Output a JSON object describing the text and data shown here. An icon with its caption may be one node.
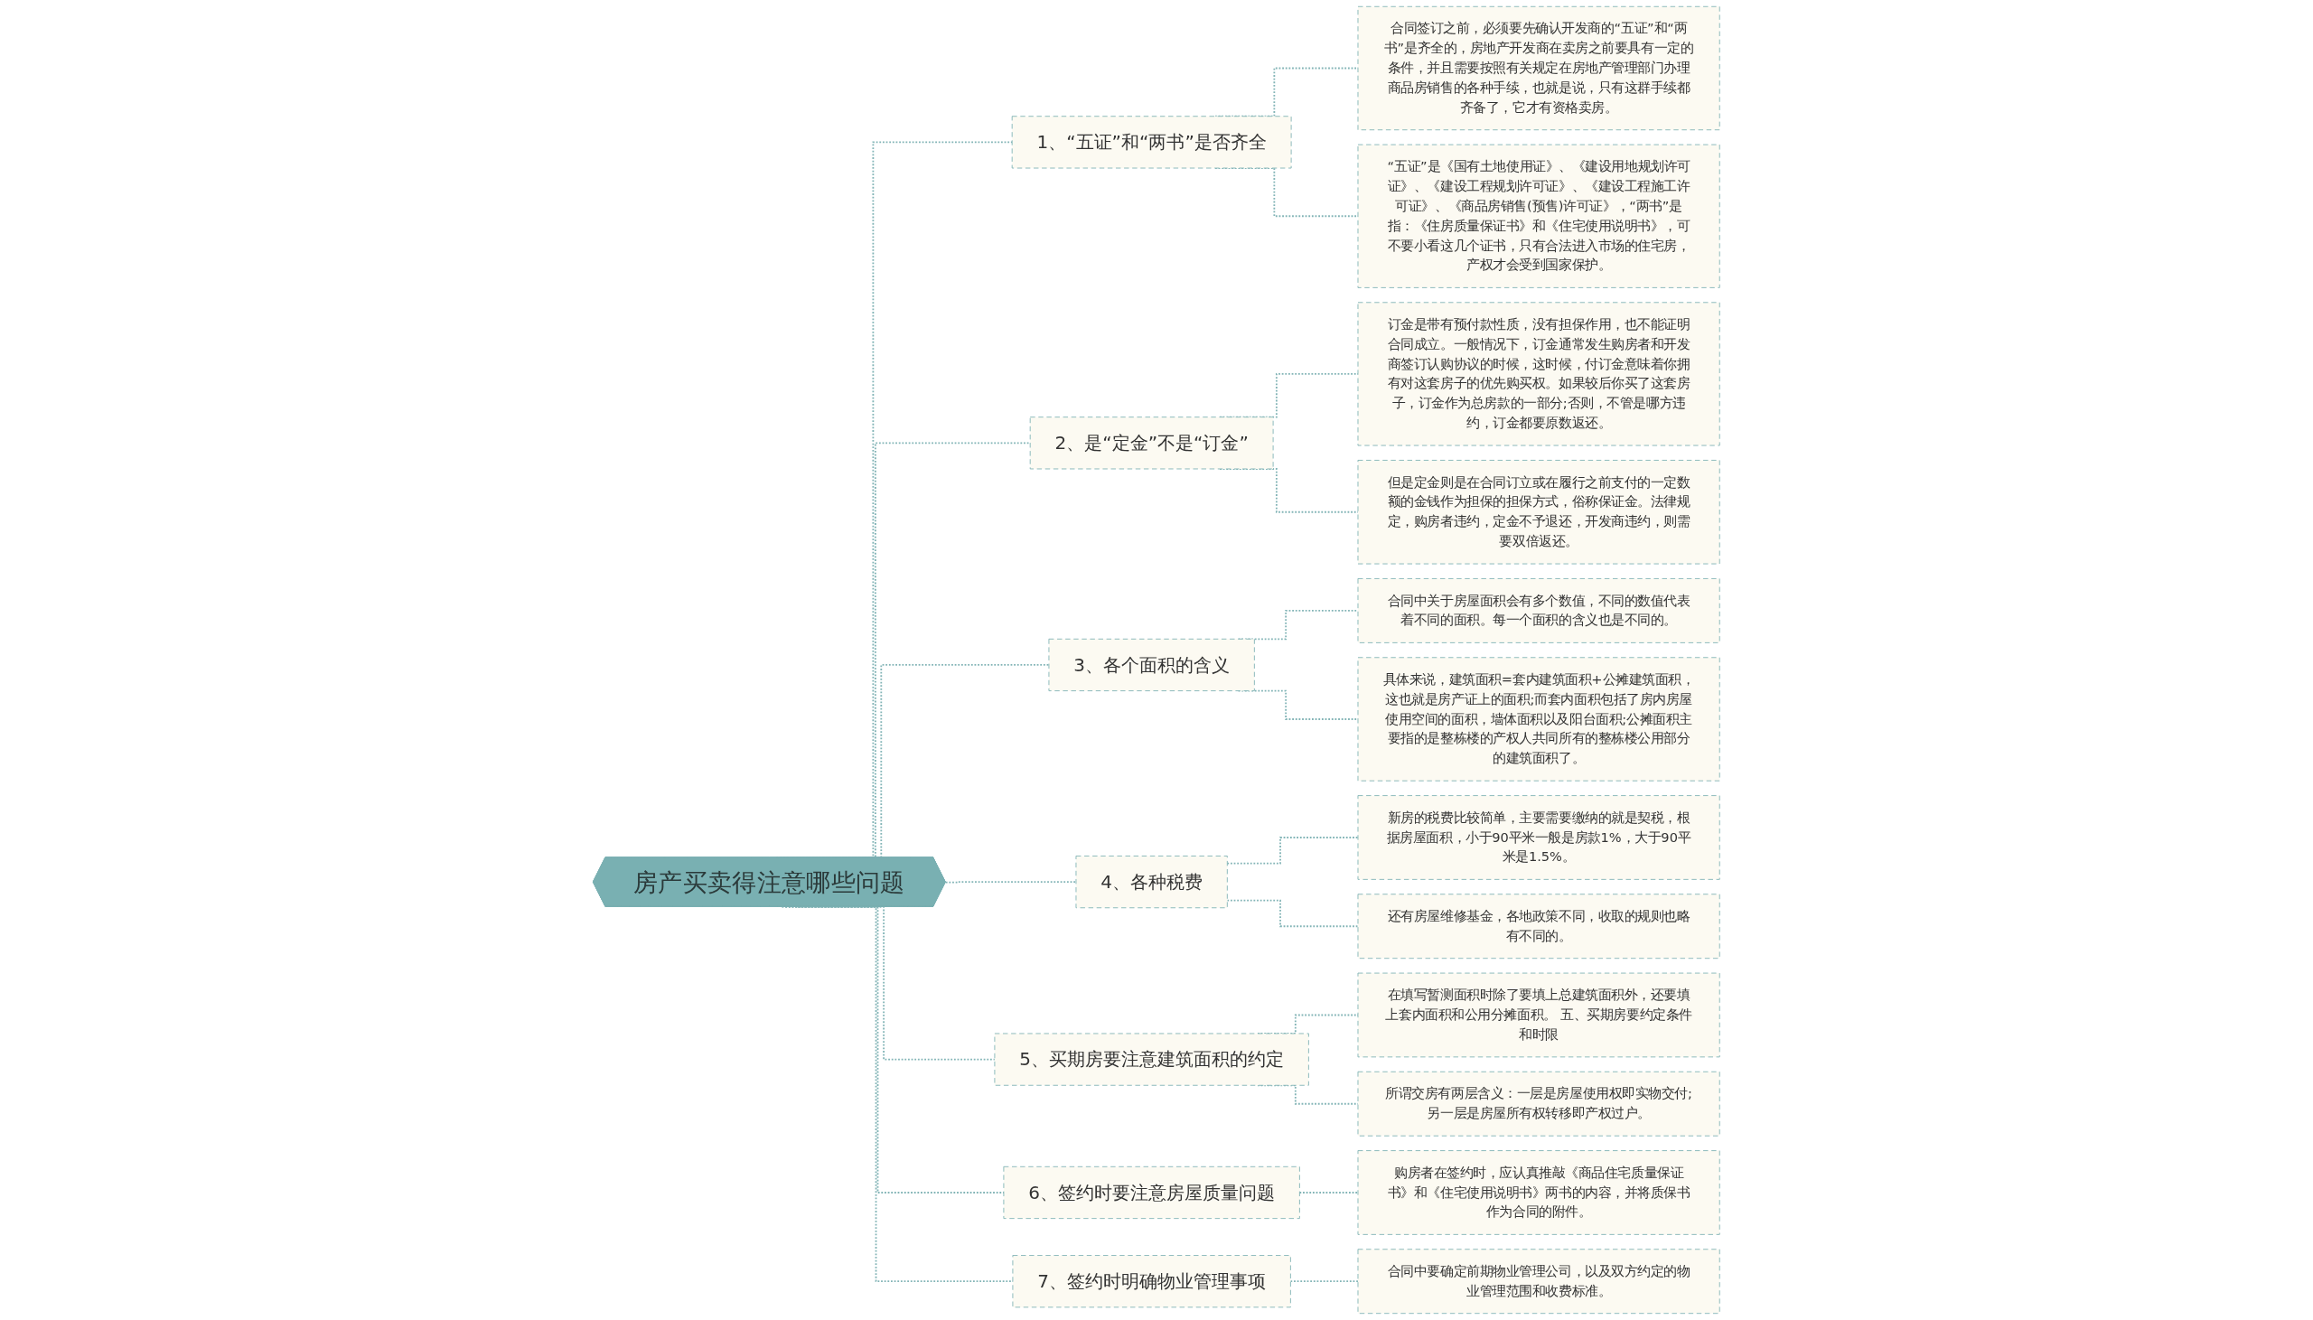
{
  "diagram": {
    "nodes": [
      {
        "text": [
          "房产买卖得注意哪些问题"
        ]
      },
      {
        "text": [
          "1、“五证”和“两书”是否齐全"
        ]
      },
      {
        "text": [
          "合同签订之前，必须要先确认开发商的“五证”和“两书”是齐全的，房地产开发商在卖房之前要具有一定的条件，并且需要按照有关规定在房地产管理部门办理商品房销售的各种手续，也就是说，只有这群手续都齐备了，它才有资格卖房。"
        ]
      },
      {
        "text": [
          "“五证”是《国有土地使用证》、《建设用地规划许可证》、《建设工程规划许可证》、《建设工程施工许可证》、《商品房销售(预售)许可证》，“两书”是指：《住房质量保证书》和《住宅使用说明书》，可不要小看这几个证书，只有合法进入市场的住宅房，产权才会受到国家保护。"
        ]
      },
      {
        "text": [
          "2、是“定金”不是“订金”"
        ]
      },
      {
        "text": [
          "订金是带有预付款性质，没有担保作用，也不能证明合同成立。一般情况下，订金通常发生购房者和开发商签订认购协议的时候，这时候，付订金意味着你拥有对这套房子的优先购买权。如果较后你买了这套房子，订金作为总房款的一部分;否则，不管是哪方违约，订金都要原数返还。"
        ]
      },
      {
        "text": [
          "但是定金则是在合同订立或在履行之前支付的一定数额的金钱作为担保的担保方式，俗称保证金。法律规定，购房者违约，定金不予退还，开发商违约，则需要双倍返还。"
        ]
      },
      {
        "text": [
          "3、各个面积的含义"
        ]
      },
      {
        "text": [
          "合同中关于房屋面积会有多个数值，不同的数值代表着不同的面积。每一个面积的含义也是不同的。"
        ]
      },
      {
        "text": [
          "具体来说，建筑面积=套内建筑面积+公摊建筑面积，这也就是房产证上的面积;而套内面积包括了房内房屋使用空间的面积，墙体面积以及阳台面积;公摊面积主要指的是整栋楼的产权人共同所有的整栋楼公用部分的建筑面积了。"
        ]
      },
      {
        "text": [
          "4、各种税费"
        ]
      },
      {
        "text": [
          "新房的税费比较简单，主要需要缴纳的就是契税，根据房屋面积，小于90平米一般是房款1%，大于90平米是1.5%。"
        ]
      },
      {
        "text": [
          "还有房屋维修基金，各地政策不同，收取的规则也略有不同的。"
        ]
      },
      {
        "text": [
          "5、买期房要注意建筑面积的约定"
        ]
      },
      {
        "text": [
          "在填写暂测面积时除了要填上总建筑面积外，还要填上套内面积和公用分摊面积。 五、买期房要约定条件和时限"
        ]
      },
      {
        "text": [
          "所谓交房有两层含义：一层是房屋使用权即实物交付;另一层是房屋所有权转移即产权过户。"
        ]
      },
      {
        "text": [
          "6、签约时要注意房屋质量问题"
        ]
      },
      {
        "text": [
          "购房者在签约时，应认真推敲《商品住宅质量保证书》和《住宅使用说明书》两书的内容，并将质保书作为合同的附件。"
        ]
      },
      {
        "text": [
          "7、签约时明确物业管理事项"
        ]
      },
      {
        "text": [
          "合同中要确定前期物业管理公司，以及双方约定的物业管理范围和收费标准。"
        ]
      }
    ],
    "edges": [
      {
        "from": 0,
        "to": 1,
        "arrow": "none",
        "style": "dashed"
      },
      {
        "from": 1,
        "to": 2,
        "arrow": "none",
        "style": "dashed"
      },
      {
        "from": 1,
        "to": 3,
        "arrow": "none",
        "style": "dashed"
      },
      {
        "from": 0,
        "to": 4,
        "arrow": "none",
        "style": "dashed"
      },
      {
        "from": 4,
        "to": 5,
        "arrow": "none",
        "style": "dashed"
      },
      {
        "from": 4,
        "to": 6,
        "arrow": "none",
        "style": "dashed"
      },
      {
        "from": 0,
        "to": 7,
        "arrow": "none",
        "style": "dashed"
      },
      {
        "from": 7,
        "to": 8,
        "arrow": "none",
        "style": "dashed"
      },
      {
        "from": 7,
        "to": 9,
        "arrow": "none",
        "style": "dashed"
      },
      {
        "from": 0,
        "to": 10,
        "arrow": "none",
        "style": "dashed"
      },
      {
        "from": 10,
        "to": 11,
        "arrow": "none",
        "style": "dashed"
      },
      {
        "from": 10,
        "to": 12,
        "arrow": "none",
        "style": "dashed"
      },
      {
        "from": 0,
        "to": 13,
        "arrow": "none",
        "style": "dashed"
      },
      {
        "from": 13,
        "to": 14,
        "arrow": "none",
        "style": "dashed"
      },
      {
        "from": 13,
        "to": 15,
        "arrow": "none",
        "style": "dashed"
      },
      {
        "from": 0,
        "to": 16,
        "arrow": "none",
        "style": "dashed"
      },
      {
        "from": 16,
        "to": 17,
        "arrow": "none",
        "style": "dashed"
      },
      {
        "from": 0,
        "to": 18,
        "arrow": "none",
        "style": "dashed"
      },
      {
        "from": 18,
        "to": 19,
        "arrow": "none",
        "style": "dashed"
      }
    ]
  }
}
